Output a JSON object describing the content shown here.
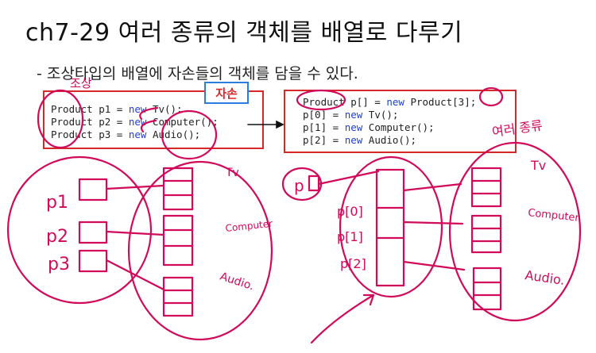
{
  "title": "ch7-29 여러 종류의 객체를 배열로 다루기",
  "bullet": "- 조상타입의 배열에 자손들의 객체를 담을 수 있다.",
  "tag_label": "자손",
  "code_left": {
    "lines": [
      {
        "pre": "Product p1 = ",
        "kw": "new",
        "post": " Tv();"
      },
      {
        "pre": "Product p2 = ",
        "kw": "new",
        "post": " Computer();"
      },
      {
        "pre": "Product p3 = ",
        "kw": "new",
        "post": " Audio();"
      }
    ]
  },
  "code_right": {
    "lines": [
      {
        "pre": "Product p[] = ",
        "kw": "new",
        "post": " Product[3];"
      },
      {
        "pre": "p[0] = ",
        "kw": "new",
        "post": " Tv();"
      },
      {
        "pre": "p[1] = ",
        "kw": "new",
        "post": " Computer();"
      },
      {
        "pre": "p[2] = ",
        "kw": "new",
        "post": " Audio();"
      }
    ]
  },
  "annotations": {
    "left_note": "조상",
    "right_note": "여러 종류",
    "tv_left": "Tv",
    "computer_left": "Computer",
    "audio_left": "Audio.",
    "p1": "p1",
    "p2": "p2",
    "p3": "p3",
    "p_ref": "p",
    "p0": "p[0]",
    "p1_arr": "p[1]",
    "p2_arr": "p[2]",
    "tv_right": "Tv",
    "computer_right": "Computer",
    "audio_right": "Audio."
  },
  "colors": {
    "ink": "#d10a5a",
    "box_border": "#d62828",
    "tag_border": "#2a7de1",
    "keyword": "#1f3fd6"
  }
}
